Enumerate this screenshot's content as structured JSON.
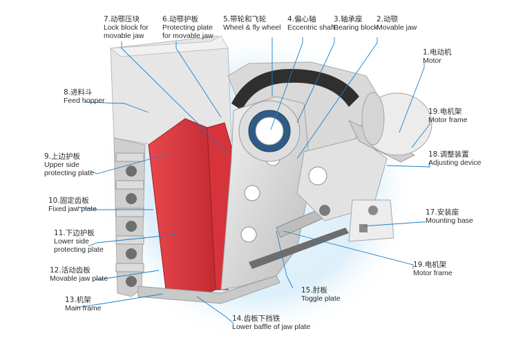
{
  "labels": [
    {
      "id": "7",
      "zh": "7.动鄂压块",
      "en": [
        "Lock block for",
        "movable jaw"
      ]
    },
    {
      "id": "6",
      "zh": "6.动鄂护板",
      "en": [
        "Protecting plate",
        "for movable jaw"
      ]
    },
    {
      "id": "5",
      "zh": "5.带轮和飞轮",
      "en": [
        "Wheel & fly wheel"
      ]
    },
    {
      "id": "4",
      "zh": "4.偏心轴",
      "en": [
        "Eccentric shaft"
      ]
    },
    {
      "id": "3",
      "zh": "3.轴承座",
      "en": [
        "Bearing block"
      ]
    },
    {
      "id": "2",
      "zh": "2.动颚",
      "en": [
        "Movable jaw"
      ]
    },
    {
      "id": "1",
      "zh": "1.电动机",
      "en": [
        "Motor"
      ]
    },
    {
      "id": "8",
      "zh": "8.进料斗",
      "en": [
        "Feed hopper"
      ]
    },
    {
      "id": "19a",
      "zh": "19.电机架",
      "en": [
        "Motor frame"
      ]
    },
    {
      "id": "18",
      "zh": "18.调整装置",
      "en": [
        "Adjusting device"
      ]
    },
    {
      "id": "9",
      "zh": "9.上边护板",
      "en": [
        "Upper side",
        "protecting plate"
      ]
    },
    {
      "id": "10",
      "zh": "10.固定齿板",
      "en": [
        "Fixed jaw plate"
      ]
    },
    {
      "id": "17",
      "zh": "17.安装座",
      "en": [
        "Mounting base"
      ]
    },
    {
      "id": "11",
      "zh": "11.下边护板",
      "en": [
        "Lower side",
        "protecting plate"
      ]
    },
    {
      "id": "19b",
      "zh": "19.电机架",
      "en": [
        "Motor frame"
      ]
    },
    {
      "id": "12",
      "zh": "12.活动齿板",
      "en": [
        "Movable jaw plate"
      ]
    },
    {
      "id": "15",
      "zh": "15.肘板",
      "en": [
        "Toggle plate"
      ]
    },
    {
      "id": "13",
      "zh": "13.机架",
      "en": [
        "Main frame"
      ]
    },
    {
      "id": "14",
      "zh": "14.齿板下挡铁",
      "en": [
        "Lower baffle of jaw plate"
      ]
    }
  ],
  "colors": {
    "accent_red": "#d6333a",
    "machine_gray": "#d9d9d9",
    "leader_blue": "#1a7fc4",
    "halo": "#dff0fa"
  }
}
